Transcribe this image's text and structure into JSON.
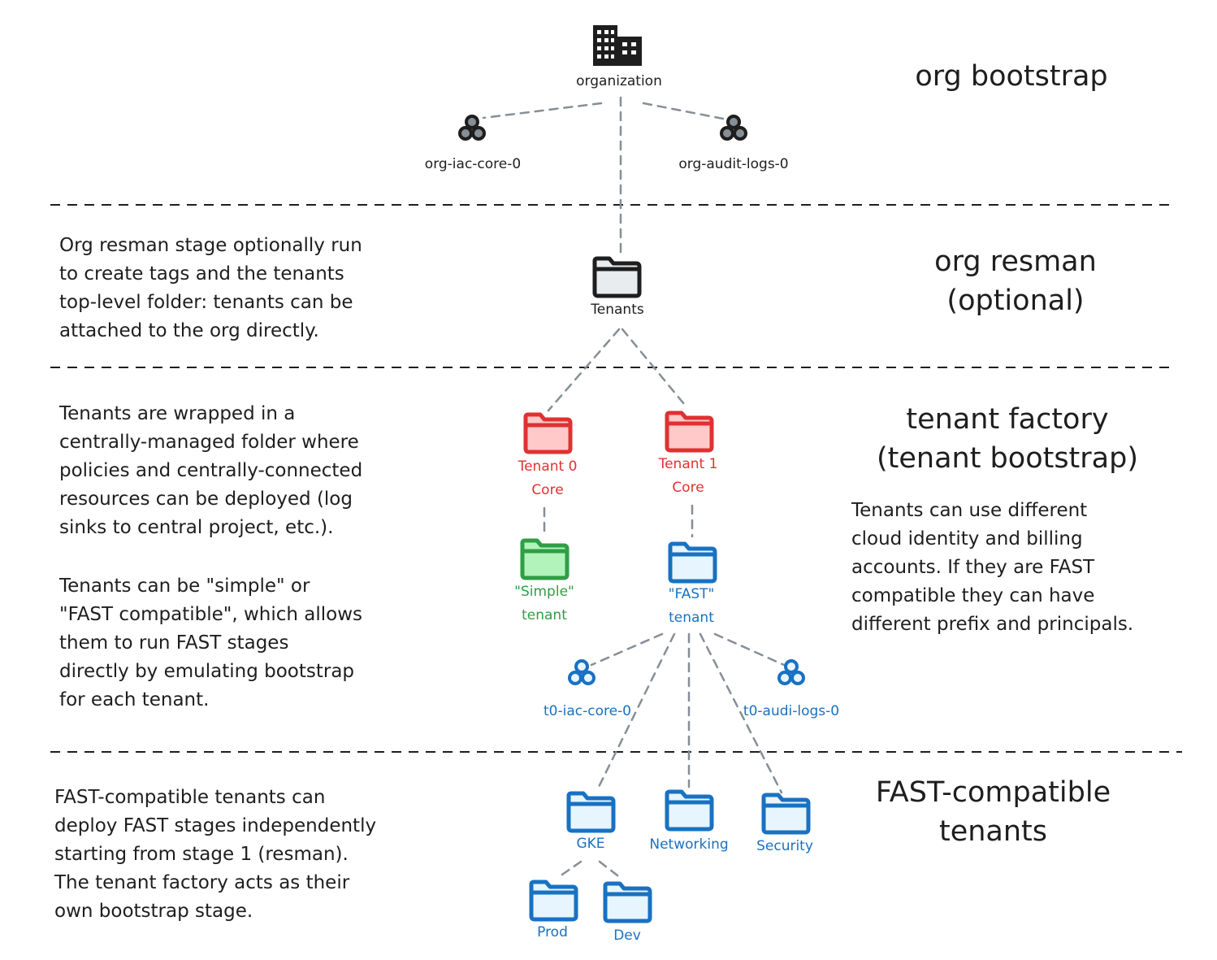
{
  "sections": {
    "org_bootstrap": "org bootstrap",
    "org_resman": "org resman\n(optional)",
    "tenant_factory": "tenant factory\n(tenant bootstrap)",
    "fast_compatible": "FAST-compatible\ntenants"
  },
  "notes": {
    "org_resman": "Org resman stage optionally run\nto create tags and the tenants\ntop-level folder: tenants can be\nattached to the org directly.",
    "tenants_wrapped": "Tenants are wrapped in a\ncentrally-managed folder where\npolicies and centrally-connected\nresources can be deployed (log\nsinks to central project, etc.).",
    "tenants_simple": "Tenants can be \"simple\" or\n\"FAST compatible\", which allows\nthem to run FAST stages\ndirectly by emulating bootstrap\nfor each tenant.",
    "tenants_identity": "Tenants can use different\ncloud identity and billing\naccounts. If they are FAST\ncompatible they can have\ndifferent prefix and principals.",
    "fast_deploy": "FAST-compatible tenants can\ndeploy FAST stages independently\nstarting from stage 1 (resman).\nThe tenant factory acts as their\nown bootstrap stage."
  },
  "nodes": {
    "organization": "organization",
    "org_iac_core": "org-iac-core-0",
    "org_audit_logs": "org-audit-logs-0",
    "tenants": "Tenants",
    "tenant0_core": "Tenant 0\nCore",
    "tenant1_core": "Tenant 1\nCore",
    "simple_tenant": "\"Simple\"\ntenant",
    "fast_tenant": "\"FAST\"\ntenant",
    "t0_iac_core": "t0-iac-core-0",
    "t0_audit_logs": "t0-audi-logs-0",
    "gke": "GKE",
    "networking": "Networking",
    "security": "Security",
    "prod": "Prod",
    "dev": "Dev"
  },
  "colors": {
    "text": "#1e1e1e",
    "connector": "#868e96",
    "red_stroke": "#e03131",
    "red_fill": "#ffc9c9",
    "green_stroke": "#2f9e44",
    "green_fill": "#b2f2bb",
    "blue_stroke": "#1971c2",
    "blue_fill": "#e7f5ff",
    "gray_fill": "#e9ecef"
  },
  "icons": {
    "organization": "building-icon",
    "projects": "project-hierarchy-icon",
    "folders": "folder-icon"
  }
}
